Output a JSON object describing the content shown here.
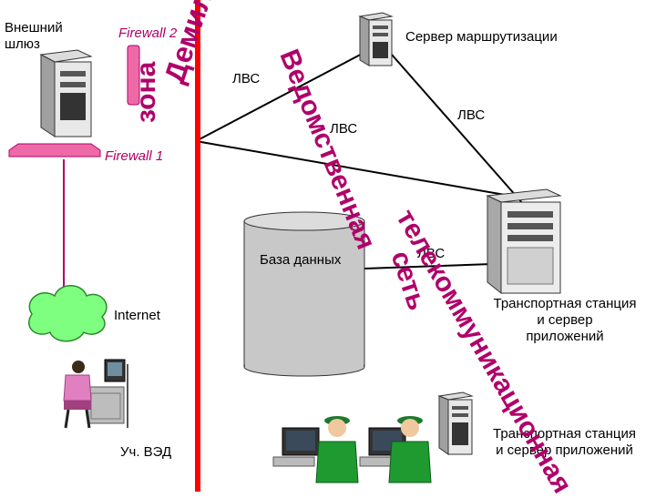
{
  "labels": {
    "external_gateway": "Внешний\nшлюз",
    "firewall2": "Firewall 2",
    "firewall1": "Firewall 1",
    "routing_server": "Сервер маршрутизации",
    "lan_top": "ЛВС",
    "lan_right": "ЛВС",
    "lan_mid": "ЛВС",
    "lan_low": "ЛВС",
    "database": "База данных",
    "internet": "Internet",
    "workplace": "Уч. ВЭД",
    "transport1": "Транспортная станция\nи сервер\nприложений",
    "transport2": "Транспортная станция\nи сервер приложений"
  },
  "zones": {
    "dmz_word1": "Демилитаризованная",
    "dmz_word2": "зона",
    "net_word1": "Ведомственная",
    "net_word2": "телекоммуникационная",
    "net_word3": "сеть"
  },
  "colors": {
    "divider": "#ff0000",
    "firewall": "#ee6aa7",
    "zone_text": "#b0006a",
    "cloud": "#7fff7f",
    "database": "#c8c8c8"
  }
}
